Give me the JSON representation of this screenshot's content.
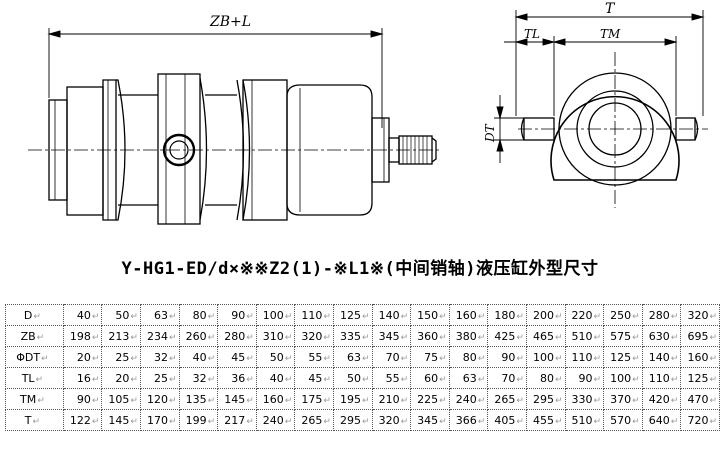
{
  "drawing": {
    "labels": {
      "zb_l": "ZB+L",
      "t": "T",
      "tl": "TL",
      "tm": "TM",
      "dt": "DT"
    }
  },
  "caption": "Y-HG1-ED/d×※※Z2(1)-※L1※(中间销轴)液压缸外型尺寸",
  "table": {
    "return_mark": "↵",
    "rows": [
      {
        "label": "D",
        "values": [
          "40",
          "50",
          "63",
          "80",
          "90",
          "100",
          "110",
          "125",
          "140",
          "150",
          "160",
          "180",
          "200",
          "220",
          "250",
          "280",
          "320"
        ]
      },
      {
        "label": "ZB",
        "values": [
          "198",
          "213",
          "234",
          "260",
          "280",
          "310",
          "320",
          "335",
          "345",
          "360",
          "380",
          "425",
          "465",
          "510",
          "575",
          "630",
          "695"
        ]
      },
      {
        "label": "ΦDT",
        "values": [
          "20",
          "25",
          "32",
          "40",
          "45",
          "50",
          "55",
          "63",
          "70",
          "75",
          "80",
          "90",
          "100",
          "110",
          "125",
          "140",
          "160"
        ]
      },
      {
        "label": "TL",
        "values": [
          "16",
          "20",
          "25",
          "32",
          "36",
          "40",
          "45",
          "50",
          "55",
          "60",
          "63",
          "70",
          "80",
          "90",
          "100",
          "110",
          "125"
        ]
      },
      {
        "label": "TM",
        "values": [
          "90",
          "105",
          "120",
          "135",
          "145",
          "160",
          "175",
          "195",
          "210",
          "225",
          "240",
          "265",
          "295",
          "330",
          "370",
          "420",
          "470"
        ]
      },
      {
        "label": "T",
        "values": [
          "122",
          "145",
          "170",
          "199",
          "217",
          "240",
          "265",
          "295",
          "320",
          "345",
          "366",
          "405",
          "455",
          "510",
          "570",
          "640",
          "720"
        ]
      }
    ]
  }
}
